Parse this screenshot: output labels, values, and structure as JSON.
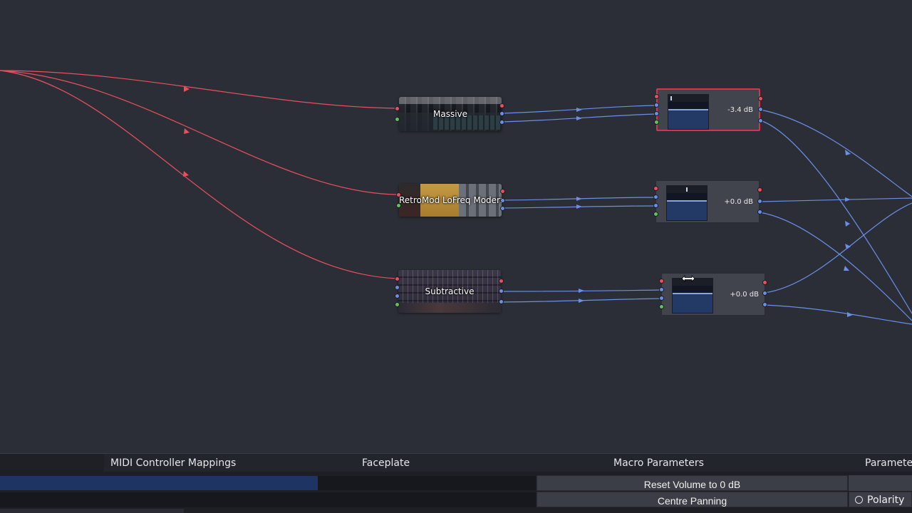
{
  "graph": {
    "plugins": [
      {
        "label": "Massive"
      },
      {
        "label": "RetroMod LoFreq Modern"
      },
      {
        "label": "Subtractive"
      }
    ],
    "volumes": [
      {
        "db": "-3.4 dB",
        "selected": true
      },
      {
        "db": "+0.0 dB",
        "selected": false
      },
      {
        "db": "+0.0 dB",
        "selected": false
      }
    ]
  },
  "tabs": {
    "midi": "MIDI Controller Mappings",
    "faceplate": "Faceplate",
    "macro": "Macro Parameters",
    "params": "Parameters"
  },
  "actions": {
    "reset_volume": "Reset Volume to 0 dB",
    "centre_panning": "Centre Panning",
    "polarity": "Polarity"
  },
  "colors": {
    "background": "#2b2e36",
    "midi_wire": "#e8505f",
    "audio_wire": "#6b8fe6",
    "selected_border": "#d9334a"
  }
}
